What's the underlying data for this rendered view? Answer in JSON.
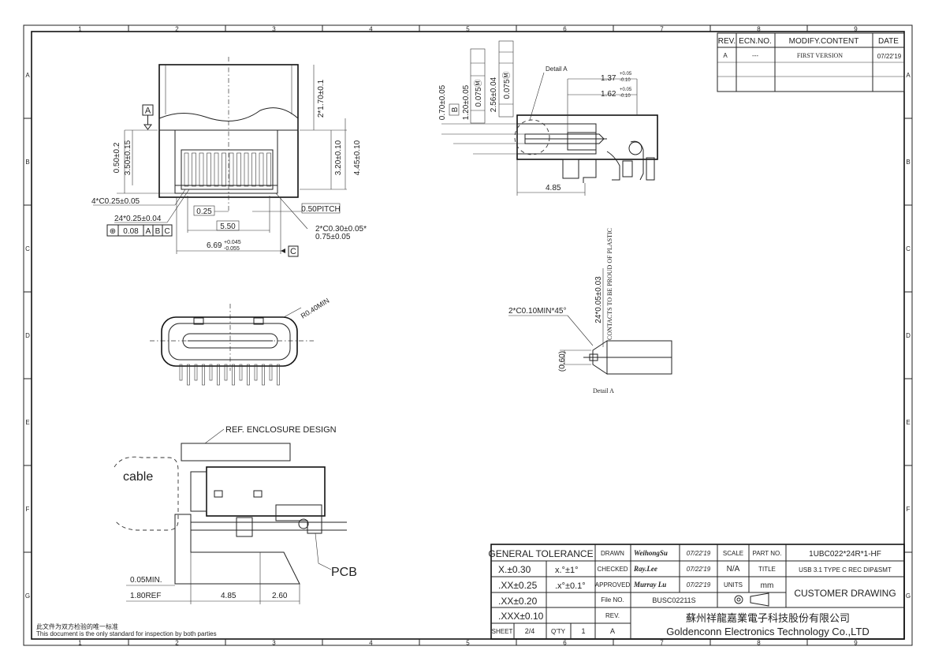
{
  "border": {
    "columns": [
      "1",
      "2",
      "3",
      "4",
      "5",
      "6",
      "7",
      "8",
      "9"
    ],
    "rows": [
      "A",
      "B",
      "C",
      "D",
      "E",
      "F",
      "G"
    ]
  },
  "revision_table": {
    "headers": [
      "REV.",
      "ECN.NO.",
      "MODIFY.CONTENT",
      "DATE"
    ],
    "rows": [
      {
        "rev": "A",
        "ecn": "---",
        "content": "FIRST VERSION",
        "date": "07/22'19"
      }
    ]
  },
  "top_view": {
    "datum_a": "A",
    "datum_c": "C",
    "dim_2x170": "2*1.70±0.1",
    "dim_050": "0.50±0.2",
    "dim_350": "3.50±0.15",
    "dim_320": "3.20±0.10",
    "dim_445": "4.45±0.10",
    "dim_chamfer4": "4*C0.25±0.05",
    "dim_24x025": "24*0.25±0.04",
    "fcf_pos": "⊕",
    "fcf_tol": "0.08",
    "fcf_d1": "A",
    "fcf_d2": "B",
    "fcf_d3": "C",
    "dim_025": "0.25",
    "dim_pitch": "0.50PITCH",
    "dim_550": "5.50",
    "dim_2xc030": "2*C0.30±0.05*",
    "dim_075": "0.75±0.05",
    "dim_669": "6.69",
    "dim_669_up": "+0.045",
    "dim_669_dn": "-0.055"
  },
  "side_view": {
    "detail_label": "Detail A",
    "dim_070": "0.70±0.05",
    "dim_b": "B",
    "dim_120": "1.20±0.05",
    "fcf1": "0.075Ⓜ",
    "dim_256": "2.56±0.04",
    "fcf2": "0.075Ⓜ",
    "dim_137": "1.37",
    "dim_137_up": "+0.05",
    "dim_137_dn": "-0.10",
    "dim_162": "1.62",
    "dim_162_up": "+0.05",
    "dim_162_dn": "-0.10",
    "dim_485": "4.85"
  },
  "detail_a": {
    "note_plastic": "CONTACTS TO BE PROUD OF PLASTIC",
    "dim_24x005": "24*0.05±0.03",
    "chamfer": "2*C0.10MIN*45°",
    "dim_060": "(0.60)",
    "label": "Detail A"
  },
  "front_view": {
    "radius": "R0.40MIN"
  },
  "enclosure_view": {
    "ref": "REF. ENCLOSURE DESIGN",
    "cable": "cable",
    "pcb": "PCB",
    "dim_005": "0.05MIN.",
    "dim_180": "1.80REF",
    "dim_485": "4.85",
    "dim_260": "2.60"
  },
  "note_cn": "此文件为双方检验的唯一标准",
  "note_en": "This document is the only standard for inspection by both parties",
  "title_block": {
    "general_tolerance": "GENERAL TOLERANCE",
    "tol_x": "X.±0.30",
    "tol_xx": ".XX±0.25",
    "tol_xxx": ".XX±0.20",
    "tol_xxxx": ".XXX±0.10",
    "ang1": "x.°±1°",
    "ang2": ".x°±0.1°",
    "drawn_lbl": "DRAWN",
    "drawn_name": "WeihongSu",
    "drawn_date": "07/22'19",
    "checked_lbl": "CHECKED",
    "checked_name": "Ray.Lee",
    "checked_date": "07/22'19",
    "approved_lbl": "APPROVED",
    "approved_name": "Murray Lu",
    "approved_date": "07/22'19",
    "scale_lbl": "SCALE",
    "scale_val": "N/A",
    "units_lbl": "UNITS",
    "units_val": "mm",
    "part_lbl": "PART NO.",
    "part_val": "1UBC022*24R*1-HF",
    "title_lbl": "TITLE",
    "title_val": "USB 3.1 TYPE C REC DIP&SMT",
    "customer": "CUSTOMER DRAWING",
    "file_lbl": "File NO.",
    "file_val": "BUSC02211S",
    "rev_lbl": "REV.",
    "rev_val": "A",
    "sheet_lbl": "SHEET",
    "sheet_val": "2/4",
    "qty_lbl": "Q'TY",
    "qty_val": "1",
    "company_cn": "蘇州祥龍嘉業電子科技股份有限公司",
    "company_en": "Goldenconn Electronics Technology Co.,LTD"
  }
}
